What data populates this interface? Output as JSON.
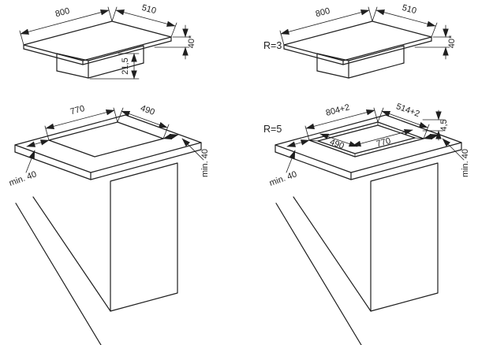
{
  "colors": {
    "background": "#ffffff",
    "line": "#1f1f1f"
  },
  "labels": {
    "hob_left": {
      "width": "800",
      "depth": "510",
      "height": "40*",
      "body_height": "21,5"
    },
    "hob_right": {
      "width": "800",
      "depth": "510",
      "height": "40*",
      "corner_radius": "R=3"
    },
    "cutout_left": {
      "width": "770",
      "depth": "490",
      "clearance_left": "min. 40",
      "clearance_right": "min. 40"
    },
    "cutout_right": {
      "outer_width": "804+2",
      "outer_depth": "514+2",
      "step_depth": "4,5",
      "inner_width": "770",
      "inner_depth": "490",
      "corner_radius": "R=5",
      "clearance_left": "min. 40",
      "clearance_right": "min. 40"
    }
  }
}
